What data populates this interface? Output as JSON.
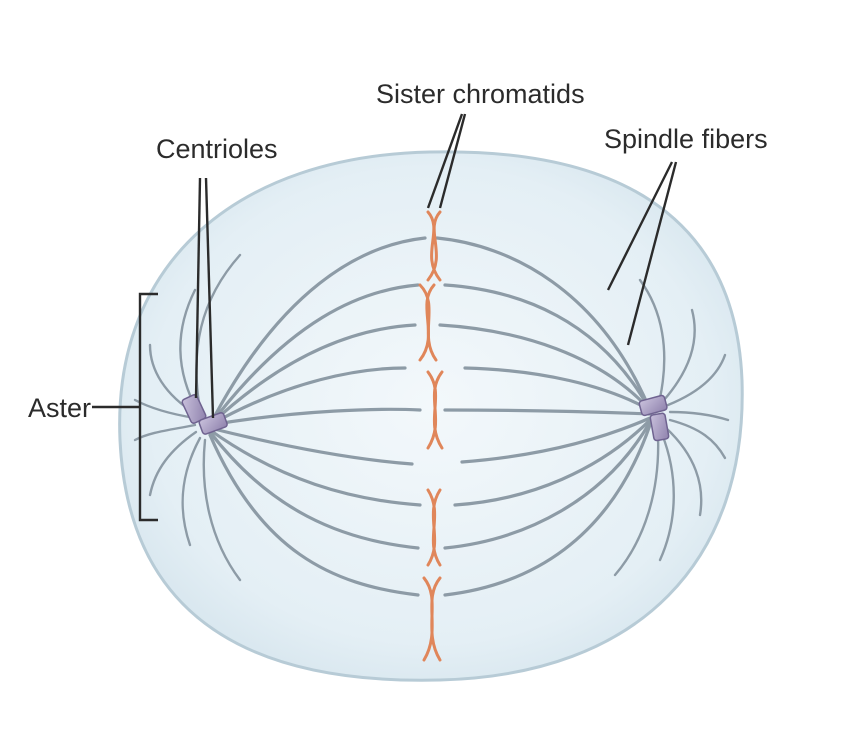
{
  "labels": {
    "sister_chromatids": "Sister chromatids",
    "centrioles": "Centrioles",
    "spindle_fibers": "Spindle fibers",
    "aster": "Aster"
  },
  "colors": {
    "cell_fill": "#e4eff5",
    "cell_edge": "#b7cbd6",
    "spindle_fiber": "#8d9ba6",
    "chromatid": "#e0865a",
    "centriole": "#a79bc0",
    "label_text": "#2b2b2b",
    "leader_line": "#2b2b2b"
  }
}
